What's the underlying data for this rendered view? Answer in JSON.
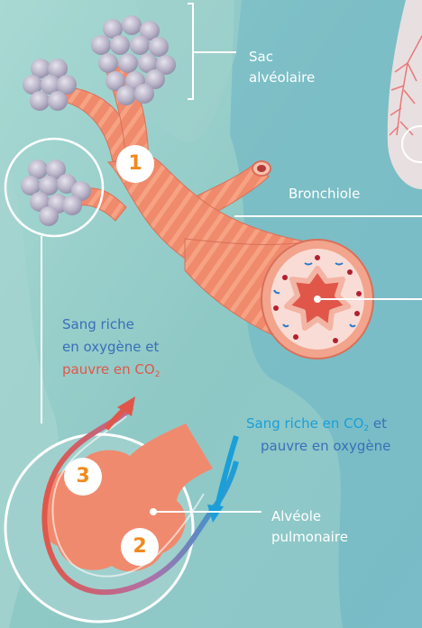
{
  "labels": {
    "sac_line1": "Sac",
    "sac_line2": "alvéolaire",
    "bronchiole": "Bronchiole",
    "alveole_line1": "Alvéole",
    "alveole_line2": "pulmonaire",
    "oxygen_rich_line1": "Sang riche",
    "oxygen_rich_line2": "en oxygène et",
    "oxygen_rich_line3_prefix": "pauvre en CO",
    "oxygen_rich_line3_sub": "2",
    "co2_rich_line1_prefix": "Sang riche en CO",
    "co2_rich_line1_sub": "2",
    "co2_rich_line1_suffix": " et",
    "co2_rich_line2": "pauvre en oxygène"
  },
  "badges": {
    "one": "1",
    "two": "2",
    "three": "3"
  },
  "colors": {
    "background": "#8fc9c6",
    "background_dark": "#5fa9c0",
    "airway": "#ef8a6c",
    "airway_stripe": "#f7a98c",
    "alveoli": "#b9b4c7",
    "badge_text": "#f08a1e",
    "oxygen_rich_blood": "#e0574a",
    "oxygen_poor_blood": "#1a9fd8",
    "label_blue": "#3a6fb8"
  }
}
